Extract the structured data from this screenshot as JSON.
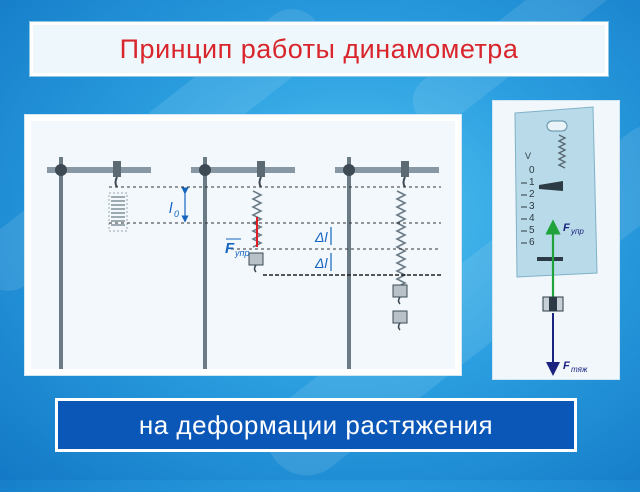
{
  "title": "Принцип работы динамометра",
  "subtitle": "на деформации растяжения",
  "diagram": {
    "l0_label": "l",
    "l0_subscript": "0",
    "force_label": "F",
    "force_subscript": "упр",
    "delta_l_label_1": "Δl",
    "delta_l_label_2": "Δl"
  },
  "dynamometer": {
    "scale_numbers": [
      "0",
      "1",
      "2",
      "3",
      "4",
      "5",
      "6"
    ],
    "top_mark": "V",
    "force_up_label": "F",
    "force_up_subscript": "упр",
    "force_down_label": "F",
    "force_down_subscript": "тяж"
  },
  "colors": {
    "title_text": "#d8262c",
    "bottom_box": "#0b57b8",
    "spring_force": "#e01c24",
    "gravity_arrow": "#1a237e",
    "elastic_arrow": "#1fa33a"
  }
}
